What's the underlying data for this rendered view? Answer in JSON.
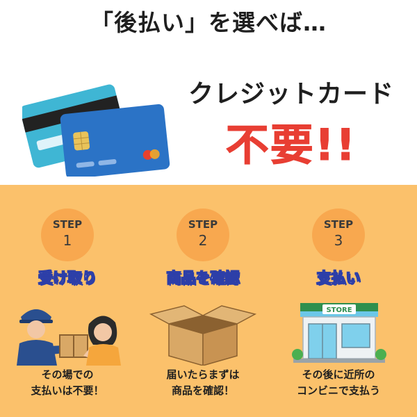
{
  "header": {
    "headline": "「後払い」を選べば…"
  },
  "hero": {
    "line1": "クレジットカード",
    "line2": "不要!!"
  },
  "steps": [
    {
      "label": "STEP",
      "number": "1",
      "title": "受け取り",
      "illustration": "delivery-icon",
      "caption": [
        "その場での",
        "支払いは不要！"
      ]
    },
    {
      "label": "STEP",
      "number": "2",
      "title": "商品を確認",
      "illustration": "open-box-icon",
      "caption": [
        "届いたらまずは",
        "商品を確認！"
      ]
    },
    {
      "label": "STEP",
      "number": "3",
      "title": "支払い",
      "illustration": "store-icon",
      "caption": [
        "その後に近所の",
        "コンビニで支払う"
      ]
    }
  ],
  "store_sign": "STORE",
  "colors": {
    "panel": "#fbc16b",
    "step_circle": "#f8a84f",
    "accent_red": "#e83e33",
    "title_outline": "#2d3fa8"
  }
}
